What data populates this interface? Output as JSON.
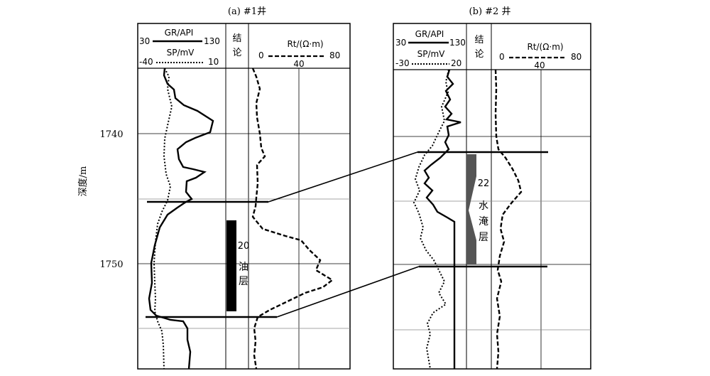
{
  "figure": {
    "depth_axis_label": "深度/m",
    "depth_ticks": [
      "1740",
      "1750"
    ]
  },
  "wells": [
    {
      "title": "(a) #1井",
      "gr": {
        "label": "GR/API",
        "min": "30",
        "max": "130"
      },
      "sp": {
        "label": "SP/mV",
        "min": "-40",
        "max": "10"
      },
      "conclusion_header": [
        "结",
        "论"
      ],
      "rt": {
        "label": "Rt/(Ω·m)",
        "min": "0",
        "max": "80",
        "mid": "40"
      },
      "zone": {
        "number": "20",
        "text": [
          "油",
          "层"
        ],
        "color": "#000000"
      }
    },
    {
      "title": "(b) #2 井",
      "gr": {
        "label": "GR/API",
        "min": "30",
        "max": "130"
      },
      "sp": {
        "label": "SP/mV",
        "min": "-30",
        "max": "20"
      },
      "conclusion_header": [
        "结",
        "论"
      ],
      "rt": {
        "label": "Rt/(Ω·m)",
        "min": "0",
        "max": "80",
        "mid": "40"
      },
      "zone": {
        "number": "22",
        "text": [
          "水",
          "淹",
          "层"
        ],
        "color": "#555555"
      }
    }
  ]
}
